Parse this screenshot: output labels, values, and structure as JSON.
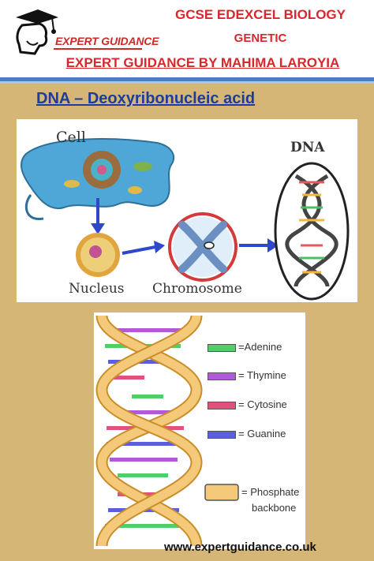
{
  "header": {
    "logo_text": "EXPERT GUIDANCE",
    "title_line1": "GCSE EDEXCEL BIOLOGY",
    "title_line2": "GENETIC",
    "title_line3": "EXPERT GUIDANCE BY MAHIMA LAROYIA"
  },
  "main": {
    "heading": "DNA – Deoxyribonucleic acid"
  },
  "figure1": {
    "cell_label": "Cell",
    "dna_label": "DNA",
    "nucleus_label": "Nucleus",
    "chromosome_label": "Chromosome"
  },
  "figure2": {
    "legend": [
      {
        "label": "=Adenine",
        "color": "#4ecf6a"
      },
      {
        "label": "= Thymine",
        "color": "#b05ad8"
      },
      {
        "label": "= Cytosine",
        "color": "#e2507b"
      },
      {
        "label": "= Guanine",
        "color": "#5a5fe0"
      }
    ],
    "backbone_line1": "= Phosphate",
    "backbone_line2": "backbone",
    "backbone_color": "#f5c97a"
  },
  "footer": {
    "url": "www.expertguidance.co.uk"
  },
  "colors": {
    "background": "#d6b676",
    "title_red": "#d8272d",
    "heading_blue": "#1d3c9c"
  }
}
